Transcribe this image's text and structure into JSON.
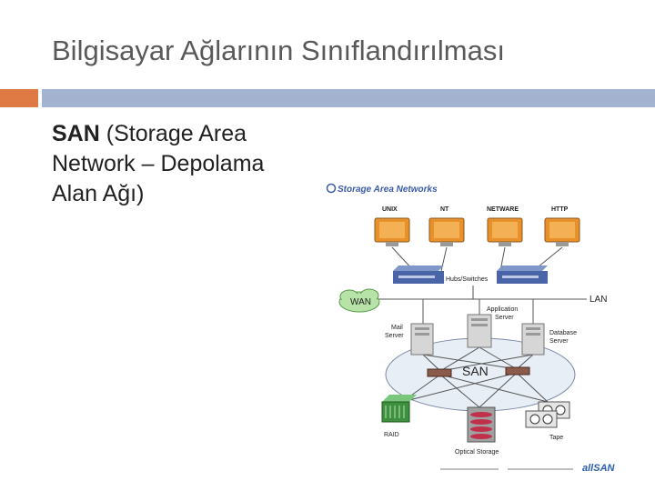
{
  "slide": {
    "title": "Bilgisayar Ağlarının Sınıflandırılması",
    "body_bold": "SAN",
    "body_rest": " (Storage Area Network – Depolama Alan Ağı)",
    "colors": {
      "title": "#595959",
      "accent_orange": "#e07a45",
      "accent_blue": "#a3b3cf"
    }
  },
  "diagram": {
    "heading": "Storage Area Networks",
    "clients": [
      "UNIX",
      "NT",
      "NETWARE",
      "HTTP"
    ],
    "switch_label": "Hubs/Switches",
    "wan": "WAN",
    "lan": "LAN",
    "servers": {
      "mail": "Mail Server",
      "app": "Application Server",
      "db": "Database Server"
    },
    "san": "SAN",
    "storage": {
      "raid": "RAID",
      "optical": "Optical Storage",
      "tape": "Tape"
    },
    "logo": "allSAN"
  }
}
